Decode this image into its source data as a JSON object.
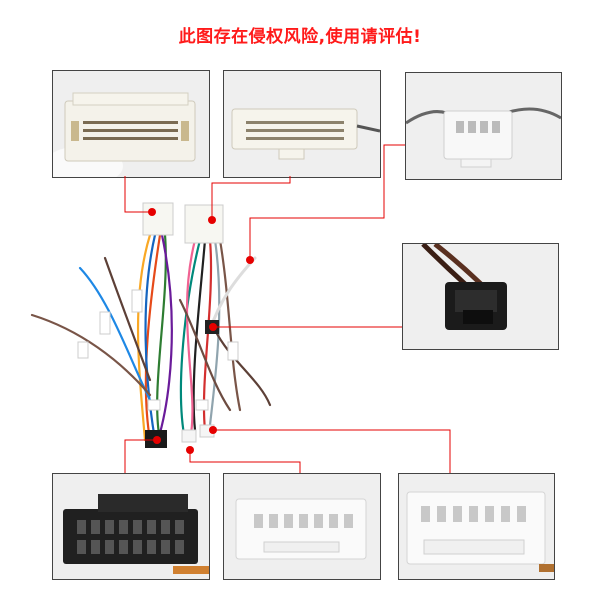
{
  "title": "此图存在侵权风险,使用请评估!",
  "colors": {
    "callout": "#e60000",
    "title": "#ff1a1a"
  },
  "photos": [
    {
      "name": "radio-side-connector-white-large"
    },
    {
      "name": "car-side-connector-white-large"
    },
    {
      "name": "connector-white-small"
    },
    {
      "name": "connector-black-small"
    },
    {
      "name": "iso-connector-black-16pin"
    },
    {
      "name": "connector-white-16pin-a"
    },
    {
      "name": "connector-white-16pin-b"
    }
  ]
}
